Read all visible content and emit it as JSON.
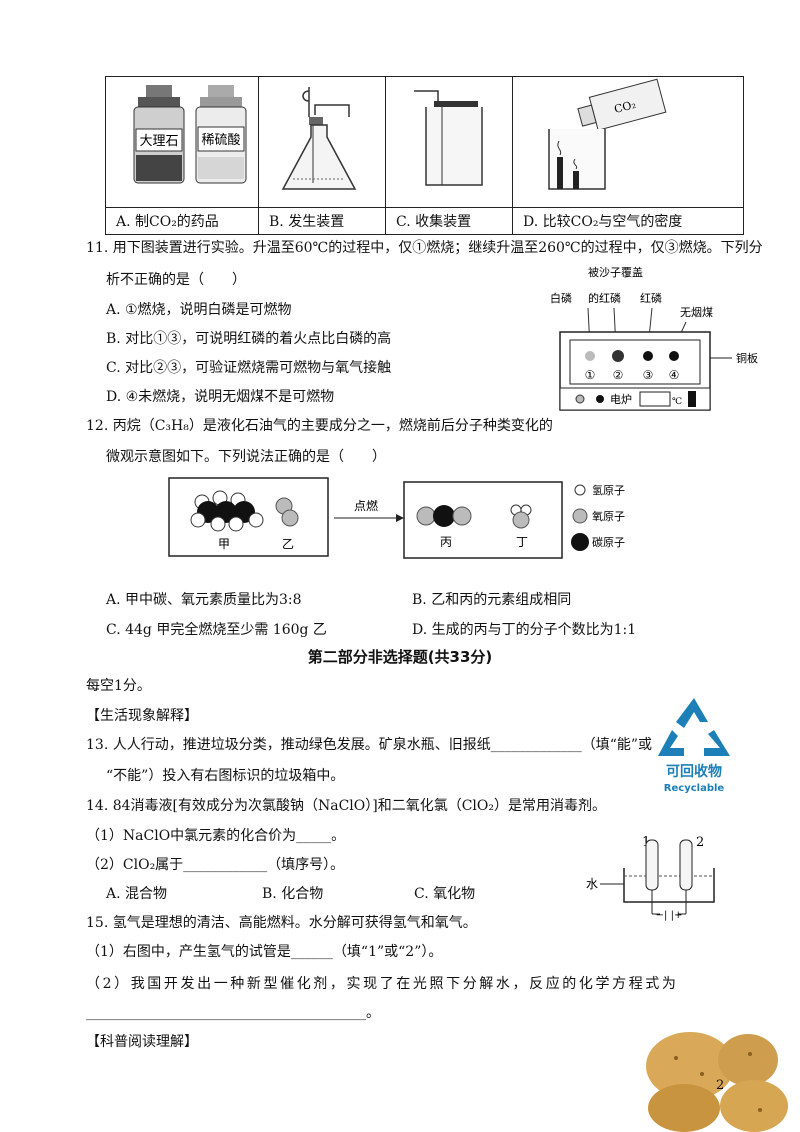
{
  "table": {
    "captions": [
      "A. 制CO₂的药品",
      "B. 发生装置",
      "C. 收集装置",
      "D. 比较CO₂与空气的密度"
    ],
    "bottle1_label": "大理石",
    "bottle2_label": "稀硫酸",
    "co2_label": "CO₂"
  },
  "q11": {
    "line1": "11. 用下图装置进行实验。升温至60℃的过程中，仅①燃烧；继续升温至260℃的过程中，仅③燃烧。下列分",
    "line2": "析不正确的是（　　）",
    "options": [
      "A. ①燃烧，说明白磷是可燃物",
      "B. 对比①③，可说明红磷的着火点比白磷的高",
      "C. 对比②③，可验证燃烧需可燃物与氧气接触",
      "D. ④未燃烧，说明无烟煤不是可燃物"
    ],
    "fig": {
      "label_cover": "被沙子覆盖",
      "label_cover2": "的红磷",
      "label_white": "白磷",
      "label_red": "红磷",
      "label_coal": "无烟煤",
      "label_plate": "铜板",
      "num1": "①",
      "num2": "②",
      "num3": "③",
      "num4": "④",
      "stove": "电炉",
      "unit": "℃"
    }
  },
  "q12": {
    "line1": "12. 丙烷（C₃H₈）是液化石油气的主要成分之一，燃烧前后分子种类变化的",
    "line2": "微观示意图如下。下列说法正确的是（　　）",
    "fig": {
      "jia": "甲",
      "yi": "乙",
      "bing": "丙",
      "ding": "丁",
      "arrow": "点燃",
      "legend": [
        "氢原子",
        "氧原子",
        "碳原子"
      ]
    },
    "options": [
      "A. 甲中碳、氧元素质量比为3:8",
      "B. 乙和丙的元素组成相同",
      "C. 44g 甲完全燃烧至少需 160g 乙",
      "D. 生成的丙与丁的分子个数比为1:1"
    ]
  },
  "part2": {
    "title": "第二部分非选择题(共33分)",
    "note": "每空1分。",
    "section1": "【生活现象解释】"
  },
  "q13": {
    "line1": "13. 人人行动，推进垃圾分类，推动绿色发展。矿泉水瓶、旧报纸_____________（填“能”或",
    "line2": "“不能”）投入有右图标识的垃圾箱中。",
    "recycle_cn": "可回收物",
    "recycle_en": "Recyclable"
  },
  "q14": {
    "line1": "14. 84消毒液[有效成分为次氯酸钠（NaClO）]和二氧化氯（ClO₂）是常用消毒剂。",
    "sub1": "（1）NaClO中氯元素的化合价为_____。",
    "sub2": "（2）ClO₂属于____________（填序号）。",
    "options": [
      "A. 混合物",
      "B. 化合物",
      "C. 氧化物"
    ]
  },
  "q15": {
    "line1": "15. 氢气是理想的清洁、高能燃料。水分解可获得氢气和氧气。",
    "sub1": "（1）右图中，产生氢气的试管是______（填“1”或“2”）。",
    "sub2": "（2）我国开发出一种新型催化剂，实现了在光照下分解水，反应的化学方程式为",
    "sub2_blank": "________________________________________。",
    "fig": {
      "t1": "1",
      "t2": "2",
      "water": "水",
      "battery": "−| |+"
    }
  },
  "section2": "【科普阅读理解】",
  "page_num": "2"
}
